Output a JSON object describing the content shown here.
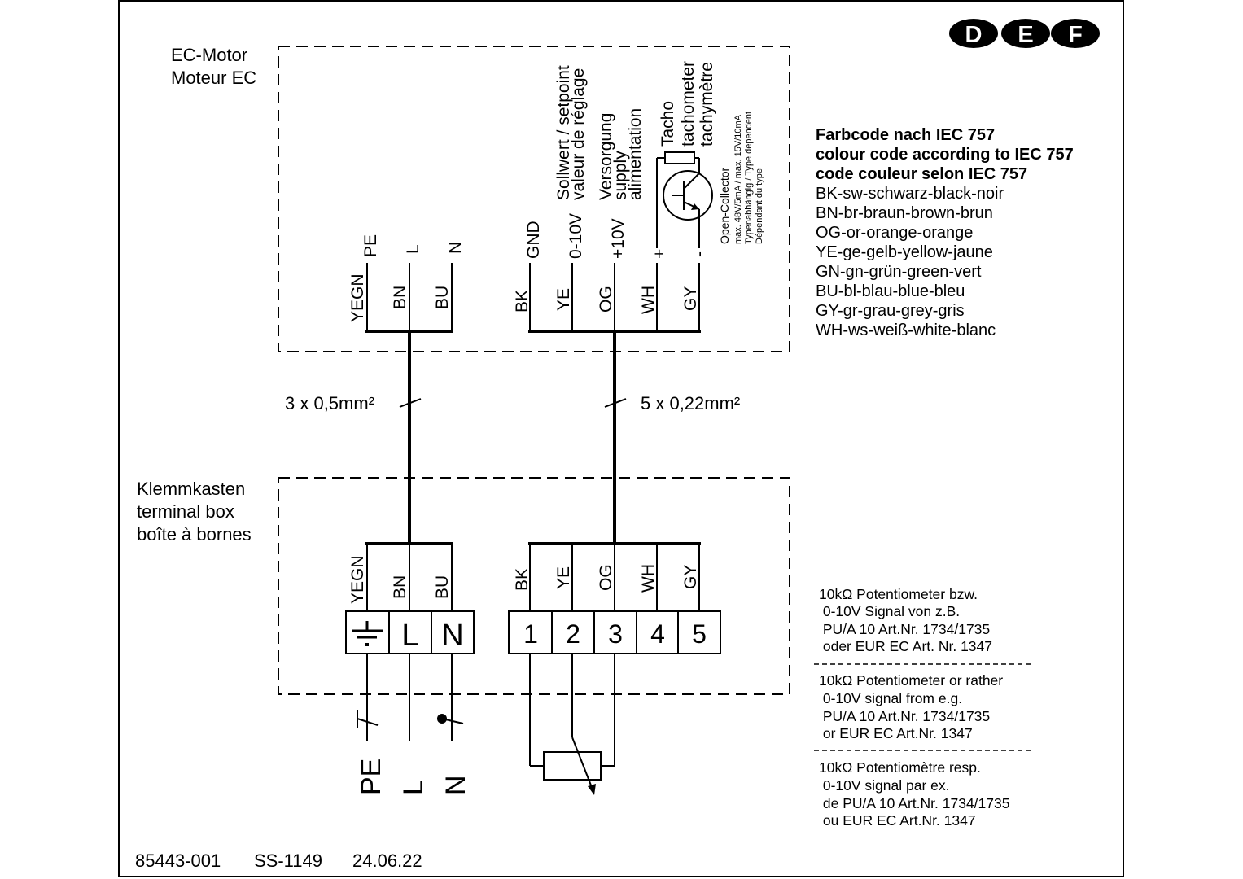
{
  "languages": [
    "D",
    "E",
    "F"
  ],
  "motor_box": {
    "title_lines": [
      "EC-Motor",
      "Moteur EC"
    ],
    "power_wires": [
      {
        "color_code": "YEGN",
        "function": "PE"
      },
      {
        "color_code": "BN",
        "function": "L"
      },
      {
        "color_code": "BU",
        "function": "N"
      }
    ],
    "control_wires": [
      {
        "color_code": "BK",
        "function": "GND"
      },
      {
        "color_code": "YE",
        "function": "0-10V"
      },
      {
        "color_code": "OG",
        "function": "+10V"
      },
      {
        "color_code": "WH",
        "function": "+"
      },
      {
        "color_code": "GY",
        "function": "-"
      }
    ],
    "setpoint_label": [
      "Sollwert / setpoint",
      "valeur de réglage"
    ],
    "supply_label": [
      "Versorgung",
      "supply",
      "alimentation"
    ],
    "tacho_label": [
      "Tacho",
      "tachometer",
      "tachymètre"
    ],
    "open_collector_label": [
      "Open-Collector",
      "max. 48V/5mA / max. 15V/10mA",
      "Typenabhängig / Type dependent",
      "Dépendant du type"
    ]
  },
  "cables": {
    "power": "3 x 0,5mm²",
    "control": "5 x 0,22mm²"
  },
  "terminal_box": {
    "title_lines": [
      "Klemmkasten",
      "terminal box",
      "boîte à bornes"
    ],
    "power_wire_codes": [
      "YEGN",
      "BN",
      "BU"
    ],
    "power_terminals": [
      "⏚",
      "L",
      "N"
    ],
    "control_wire_codes": [
      "BK",
      "YE",
      "OG",
      "WH",
      "GY"
    ],
    "control_terminals": [
      "1",
      "2",
      "3",
      "4",
      "5"
    ]
  },
  "mains_labels": [
    "PE",
    "L",
    "N"
  ],
  "legend": {
    "title_lines": [
      "Farbcode nach IEC 757",
      "colour code according to IEC 757",
      "code couleur selon IEC 757"
    ],
    "entries": [
      "BK-sw-schwarz-black-noir",
      "BN-br-braun-brown-brun",
      "OG-or-orange-orange",
      "YE-ge-gelb-yellow-jaune",
      "GN-gn-grün-green-vert",
      "BU-bl-blau-blue-bleu",
      "GY-gr-grau-grey-gris",
      "WH-ws-weiß-white-blanc"
    ]
  },
  "notes": [
    [
      "10kΩ Potentiometer bzw.",
      " 0-10V Signal von z.B.",
      " PU/A 10 Art.Nr. 1734/1735",
      " oder EUR EC Art. Nr. 1347"
    ],
    [
      "10kΩ Potentiometer or rather",
      " 0-10V signal from e.g.",
      " PU/A 10 Art.Nr. 1734/1735",
      " or EUR EC Art.Nr. 1347"
    ],
    [
      "10kΩ Potentiomètre resp.",
      " 0-10V signal par ex.",
      " de PU/A 10 Art.Nr. 1734/1735",
      " ou EUR EC Art.Nr. 1347"
    ]
  ],
  "footer": {
    "doc_number": "85443-001",
    "ss_number": "SS-1149",
    "date": "24.06.22"
  }
}
